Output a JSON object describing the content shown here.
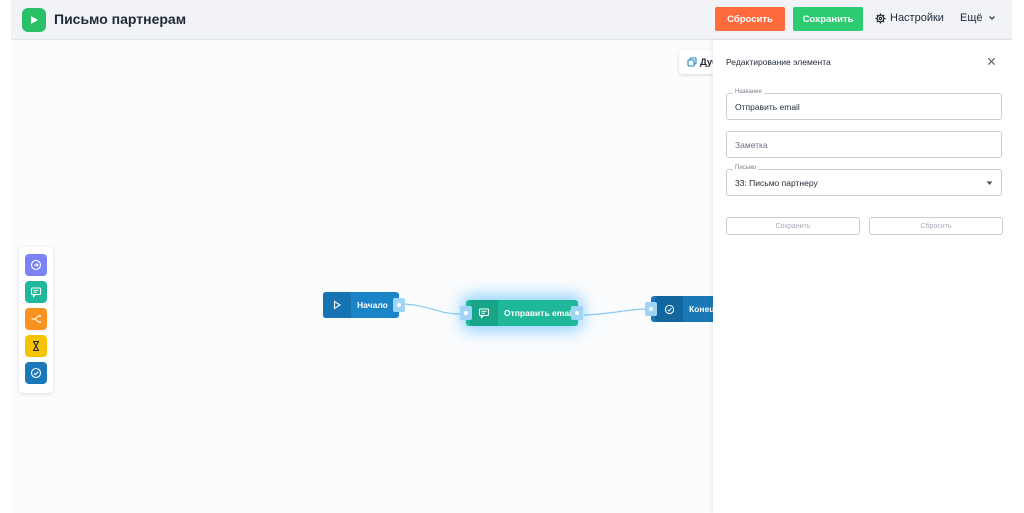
{
  "header": {
    "title": "Письмо партнерам",
    "reset_label": "Сбросить",
    "save_label": "Сохранить",
    "settings_label": "Настройки",
    "more_label": "Ещё"
  },
  "canvas": {
    "duplicate_label": "Дуб",
    "toolbar": [
      {
        "name": "tool-start",
        "icon": "circle-arrow-icon",
        "color": "#7c83f5"
      },
      {
        "name": "tool-message",
        "icon": "message-icon",
        "color": "#1fb89a"
      },
      {
        "name": "tool-split",
        "icon": "split-icon",
        "color": "#f7931e"
      },
      {
        "name": "tool-wait",
        "icon": "hourglass-icon",
        "color": "#f5c400"
      },
      {
        "name": "tool-end",
        "icon": "check-circle-icon",
        "color": "#1a78b8"
      }
    ],
    "nodes": {
      "start": "Начало",
      "email": "Отправить email",
      "end": "Конец"
    }
  },
  "panel": {
    "title": "Редактирование элемента",
    "name_label": "Название",
    "name_value": "Отправить email",
    "note_placeholder": "Заметка",
    "letter_label": "Письмо",
    "letter_value": "33: Письмо партнеру",
    "save_label": "Сохранить",
    "reset_label": "Сбросить"
  },
  "colors": {
    "accent_green": "#2ecc71",
    "accent_orange": "#ff6b3d",
    "node_blue": "#1b84c6",
    "node_teal": "#1fb89a"
  }
}
